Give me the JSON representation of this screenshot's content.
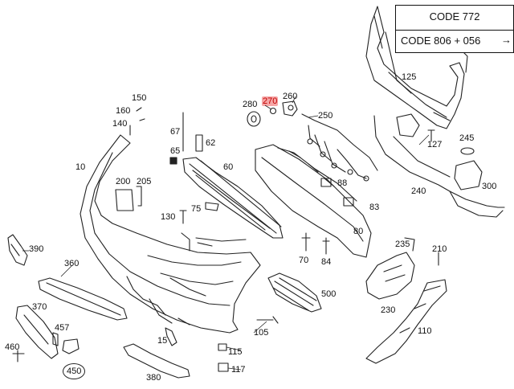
{
  "codes": {
    "code_primary": "CODE 772",
    "code_secondary": "CODE 806 + 056",
    "arrow_icon": "arrow-right-icon"
  },
  "callouts": {
    "p10": "10",
    "p15": "15",
    "p60": "60",
    "p62": "62",
    "p65": "65",
    "p67": "67",
    "p70": "70",
    "p75": "75",
    "p80": "80",
    "p83": "83",
    "p84": "84",
    "p88": "88",
    "p105": "105",
    "p110": "110",
    "p115": "115",
    "p117": "117",
    "p125": "125",
    "p127": "127",
    "p130": "130",
    "p140": "140",
    "p150": "150",
    "p160": "160",
    "p200": "200",
    "p205": "205",
    "p210": "210",
    "p230": "230",
    "p235": "235",
    "p240": "240",
    "p245": "245",
    "p250": "250",
    "p260": "260",
    "p270": "270",
    "p280": "280",
    "p300": "300",
    "p360": "360",
    "p370": "370",
    "p380": "380",
    "p390": "390",
    "p450": "450",
    "p457": "457",
    "p460": "460",
    "p500": "500"
  },
  "highlight_color": "#f6a6a6"
}
